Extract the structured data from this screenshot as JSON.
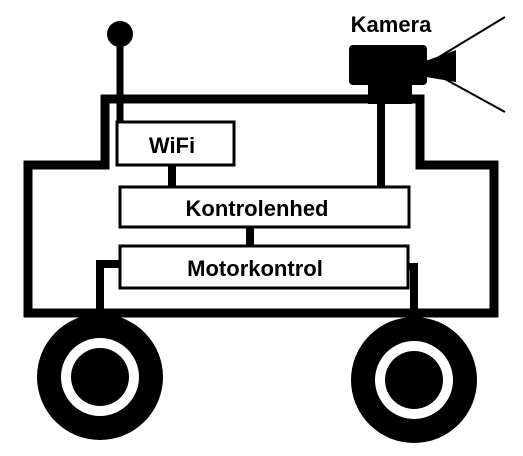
{
  "labels": {
    "camera": "Kamera",
    "wifi": "WiFi",
    "control_unit": "Kontrolenhed",
    "motor_control": "Motorkontrol"
  },
  "colors": {
    "ink": "#000000",
    "paper": "#ffffff"
  }
}
